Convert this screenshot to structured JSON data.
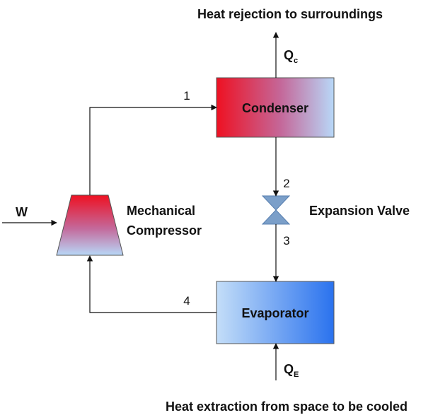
{
  "labels": {
    "top_caption": "Heat rejection to surroundings",
    "bottom_caption": "Heat extraction from space to be cooled",
    "condenser": "Condenser",
    "evaporator": "Evaporator",
    "compressor_line1": "Mechanical",
    "compressor_line2": "Compressor",
    "expansion_valve": "Expansion Valve",
    "work": "W",
    "qc_main": "Q",
    "qc_sub": "c",
    "qe_main": "Q",
    "qe_sub": "E",
    "state1": "1",
    "state2": "2",
    "state3": "3",
    "state4": "4"
  },
  "colors": {
    "hot": "#ee1122",
    "cool": "#b8d8f8",
    "cold": "#2a72ee",
    "line": "#111111",
    "valve_fill": "#7b9fc9",
    "valve_stroke": "#5a80b0"
  }
}
